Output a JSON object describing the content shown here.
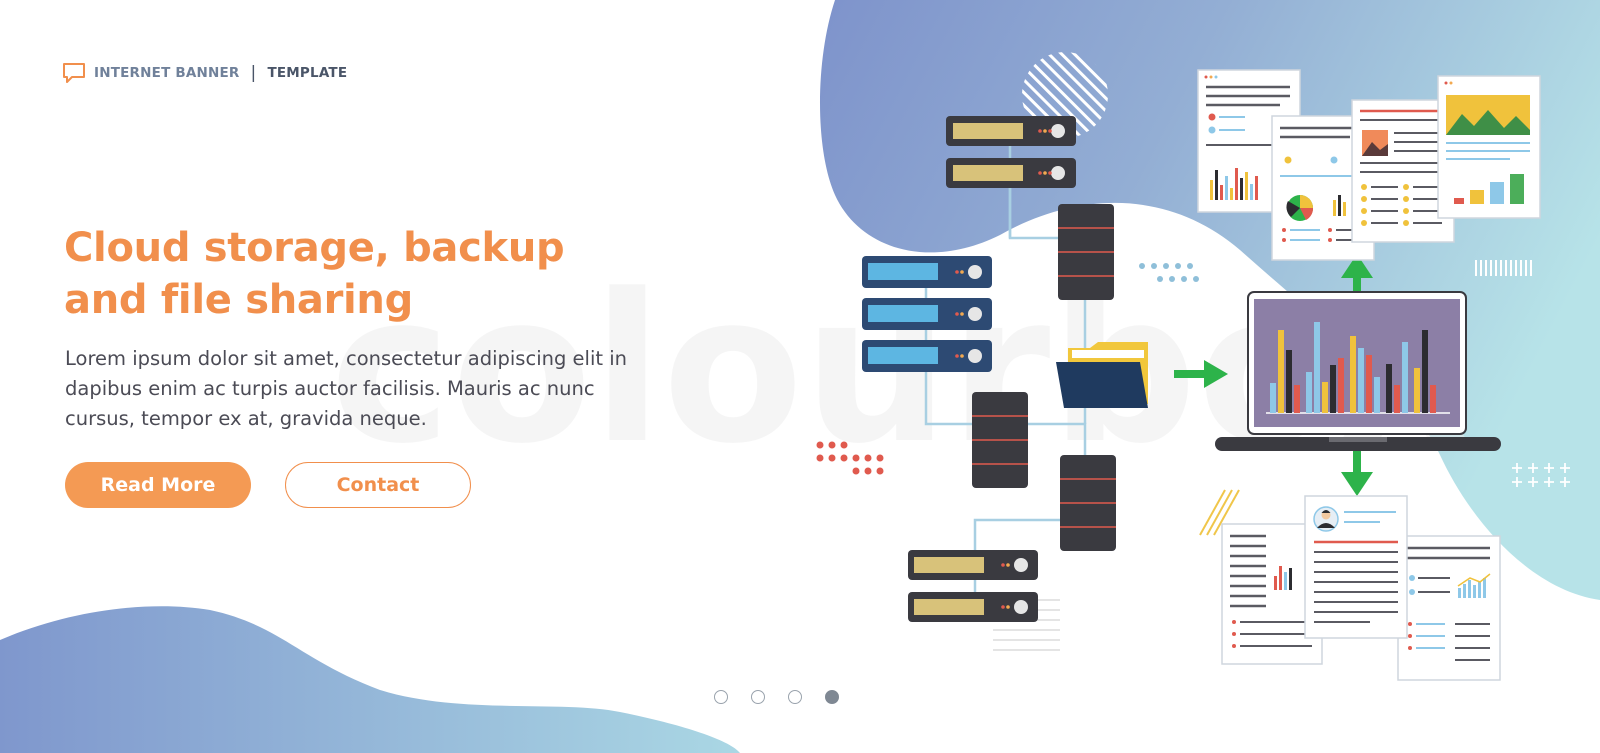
{
  "brand": {
    "label": "INTERNET BANNER",
    "sub": "TEMPLATE",
    "icon": "chat-bubble-icon"
  },
  "hero": {
    "title": "Cloud storage, backup and file sharing",
    "body": "Lorem ipsum dolor sit amet, consectetur adipiscing elit in dapibus enim ac turpis auctor facilisis. Mauris ac nunc cursus, tempor ex at, gravida neque."
  },
  "buttons": {
    "primary": "Read More",
    "secondary": "Contact"
  },
  "carousel": {
    "count": 4,
    "active_index": 4
  },
  "colors": {
    "accent": "#f18f4c",
    "blob": "#7f97cc",
    "blob_light": "#b2dde6",
    "server_dark": "#3a3a40",
    "server_blue": "#2d4a73",
    "arrow": "#2db34a",
    "chart_bg": "#8c7fa6"
  },
  "illustration": {
    "name": "cloud-storage-illustration"
  }
}
